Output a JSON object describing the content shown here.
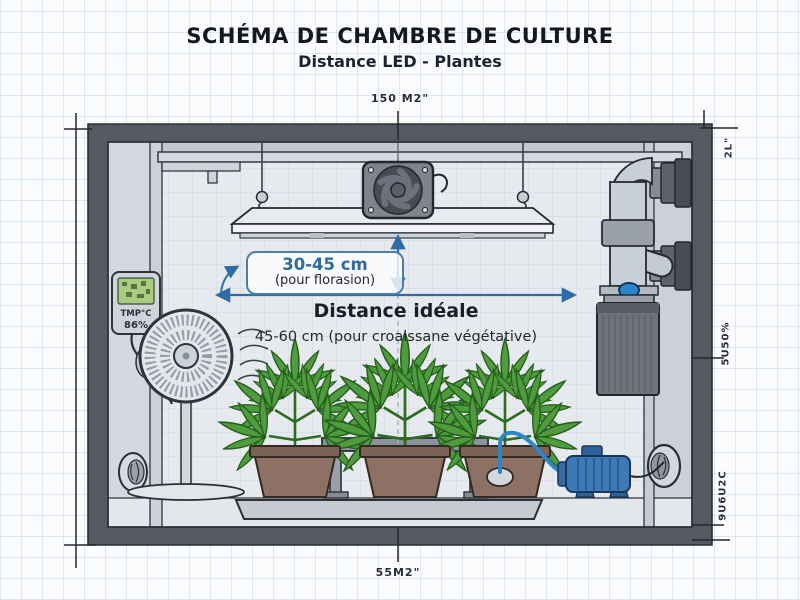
{
  "header": {
    "title": "SCHÉMA DE CHAMBRE DE CULTURE",
    "subtitle": "Distance LED - Plantes"
  },
  "dimensions": {
    "top": "150 M2\"",
    "bottom": "55M2\"",
    "right_top": "2L\"",
    "right_middle": "5U50%",
    "right_bottom": "9U6U2C"
  },
  "annotations": {
    "flowering_distance": "30-45 cm",
    "flowering_note": "(pour florasion)",
    "ideal_label": "Distance idéale",
    "vegetative_note": "45-60 cm (pour croaissane végétative)"
  },
  "hygrometer": {
    "line1": "TMP°C",
    "line2": "86%"
  },
  "colors": {
    "accent_blue": "#2d6ca7",
    "frame_gray": "#555a62",
    "plant_green": "#4e9c3d",
    "pot_brown": "#8d7164",
    "pump_blue": "#3d7ab5",
    "filter_gray": "#6e737b"
  }
}
